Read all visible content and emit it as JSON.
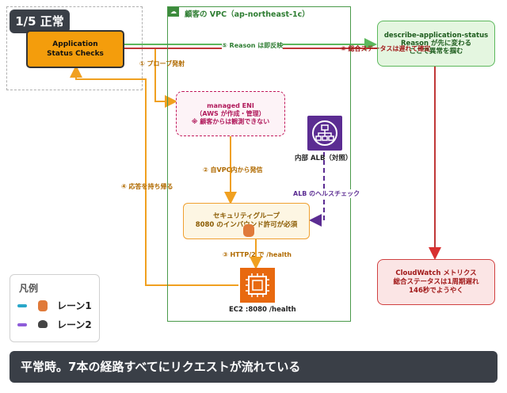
{
  "step_badge": "1/5 正常",
  "app_box": {
    "line1": "Application",
    "line2": "Status Checks"
  },
  "vpc": {
    "title": "顧客の VPC（ap-northeast-1c）",
    "icon": "vpc-icon"
  },
  "eni": {
    "line1": "managed ENI",
    "line2": "（AWS が作成・管理）",
    "line3": "※ 顧客からは観測できない"
  },
  "alb": {
    "label": "内部 ALB（対照）",
    "icon": "load-balancer-icon"
  },
  "security_group": {
    "line1": "セキュリティグループ",
    "line2": "8080 のインバウンド許可が必須"
  },
  "ec2": {
    "label": "EC2 :8080 /health",
    "icon": "ec2-instance-icon"
  },
  "describe_box": {
    "line1": "describe-application-status",
    "line2": "Reason が先に変わる",
    "line3": "ここで異常を掴む"
  },
  "cloudwatch_box": {
    "line1": "CloudWatch メトリクス",
    "line2": "総合ステータスは1周期遅れ",
    "line3": "146秒でようやく"
  },
  "edges": {
    "e1": "① プローブ発射",
    "e2": "② 自VPC内から発信",
    "e3": "③ HTTP/2 で /health",
    "e4": "④ 応答を持ち帰る",
    "e5": "⑤ Reason は即反映",
    "e6": "⑥ 総合ステータスは遅れて確定",
    "alb_health": "ALB のヘルスチェック"
  },
  "legend": {
    "title": "凡例",
    "lanes": [
      {
        "label": "レーン1",
        "color": "#2aa7c9"
      },
      {
        "label": "レーン2",
        "color": "#8e5cd9"
      }
    ]
  },
  "caption": "平常時。7本の経路すべてにリクエストが流れている",
  "colors": {
    "orange": "#f0a020",
    "darkred": "#a83232",
    "red": "#d83030",
    "purple": "#5b2c92",
    "green": "#5cb85c"
  }
}
